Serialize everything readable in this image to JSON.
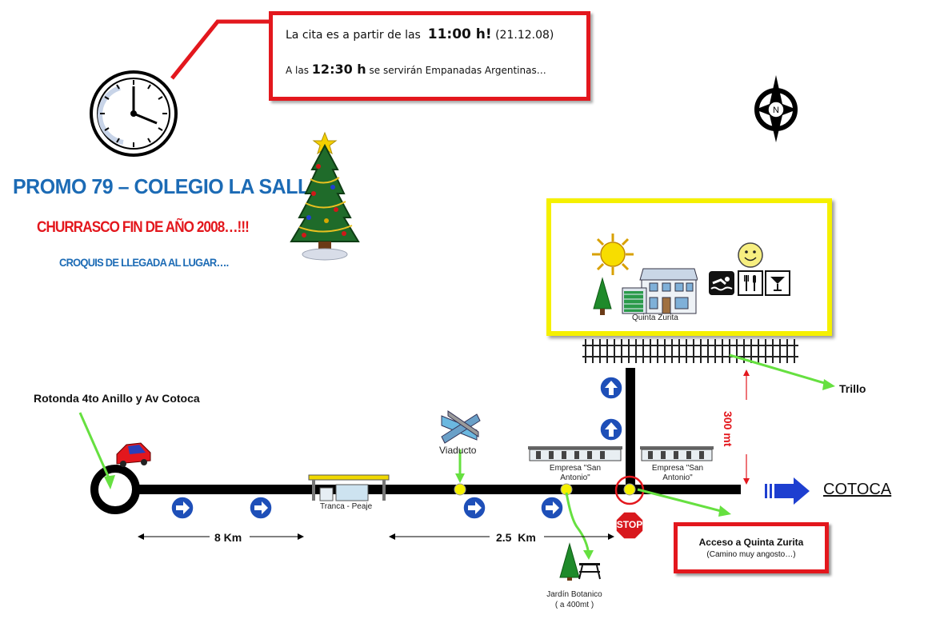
{
  "info_box": {
    "line1_prefix": "La cita es a partir de las",
    "line1_time": "11:00 h!",
    "line1_date": "(21.12.08)",
    "line2_prefix": "A las",
    "line2_time": "12:30 h",
    "line2_suffix": "se servirán Empanadas Argentinas…"
  },
  "header": {
    "title": "PROMO 79 – COLEGIO LA SALLE",
    "subtitle": "CHURRASCO FIN DE AÑO 2008…!!!",
    "caption": "CROQUIS DE LLEGADA AL LUGAR…."
  },
  "map": {
    "rotonda_label": "Rotonda 4to Anillo y Av Cotoca",
    "tranca_label": "Tranca - Peaje",
    "viaducto_label": "Viaducto",
    "empresa_left_line1": "Empresa \"San",
    "empresa_left_line2": "Antonio\"",
    "empresa_right_line1": "Empresa \"San",
    "empresa_right_line2": "Antonio\"",
    "distance_1": "8 Km",
    "distance_2": "2.5  Km",
    "jardin_line1": "Jardín Botanico",
    "jardin_line2": "( a 400mt )",
    "stop_label": "STOP",
    "distance_vertical": "300 mt",
    "trillo_label": "Trillo",
    "cotoca_label": "COTOCA",
    "quinta_label": "Quinta Zurita",
    "compass_letter": "N"
  },
  "acceso": {
    "title": "Acceso a Quinta Zurita",
    "subtitle": "(Camino muy angosto…)"
  },
  "colors": {
    "red": "#e3171d",
    "blue": "#1c6bb5",
    "road": "#000000",
    "arrow_green": "#66e040",
    "dot_yellow": "#f5f000",
    "frame_yellow": "#f5f000"
  }
}
